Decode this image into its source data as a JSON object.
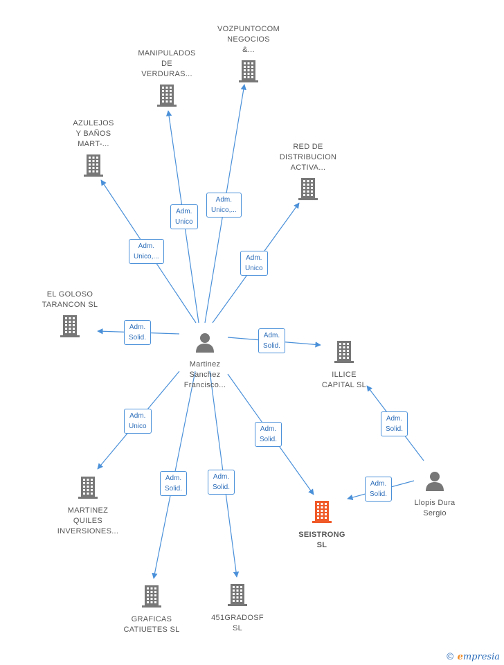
{
  "colors": {
    "edge": "#4a90d9",
    "building": "#777777",
    "focus_building": "#f05a28",
    "person": "#777777"
  },
  "companies": [
    {
      "id": "manipulados",
      "label": "MANIPULADOS\nDE\nVERDURAS..."
    },
    {
      "id": "vozpuntocom",
      "label": "VOZPUNTOCOM\nNEGOCIOS\n&..."
    },
    {
      "id": "azulejos",
      "label": "AZULEJOS\nY BAÑOS\nMART-..."
    },
    {
      "id": "red",
      "label": "RED DE\nDISTRIBUCION\nACTIVA..."
    },
    {
      "id": "goloso",
      "label": "EL GOLOSO\nTARANCON  SL"
    },
    {
      "id": "illice",
      "label": "ILLICE\nCAPITAL  SL"
    },
    {
      "id": "martinez-quiles",
      "label": "MARTINEZ\nQUILES\nINVERSIONES..."
    },
    {
      "id": "seistrong",
      "label": "SEISTRONG\nSL",
      "focus": true
    },
    {
      "id": "graficas",
      "label": "GRAFICAS\nCATIUETES  SL"
    },
    {
      "id": "451",
      "label": "451GRADOSF\nSL"
    }
  ],
  "people": [
    {
      "id": "martinez",
      "label": "Martinez\nSanchez\nFrancisco..."
    },
    {
      "id": "llopis",
      "label": "Llopis Dura\nSergio"
    }
  ],
  "edges": [
    {
      "from": "martinez",
      "to": "manipulados",
      "label": "Adm.\nUnico"
    },
    {
      "from": "martinez",
      "to": "vozpuntocom",
      "label": "Adm.\nUnico,..."
    },
    {
      "from": "martinez",
      "to": "azulejos",
      "label": "Adm.\nUnico,..."
    },
    {
      "from": "martinez",
      "to": "red",
      "label": "Adm.\nUnico"
    },
    {
      "from": "martinez",
      "to": "goloso",
      "label": "Adm.\nSolid."
    },
    {
      "from": "martinez",
      "to": "illice",
      "label": "Adm.\nSolid."
    },
    {
      "from": "martinez",
      "to": "martinez-quiles",
      "label": "Adm.\nUnico"
    },
    {
      "from": "martinez",
      "to": "graficas",
      "label": "Adm.\nSolid."
    },
    {
      "from": "martinez",
      "to": "451",
      "label": "Adm.\nSolid."
    },
    {
      "from": "martinez",
      "to": "seistrong",
      "label": "Adm.\nSolid."
    },
    {
      "from": "llopis",
      "to": "illice",
      "label": "Adm.\nSolid."
    },
    {
      "from": "llopis",
      "to": "seistrong",
      "label": "Adm.\nSolid."
    }
  ],
  "brand": {
    "copyright": "©",
    "initial": "e",
    "rest": "mpresia"
  }
}
